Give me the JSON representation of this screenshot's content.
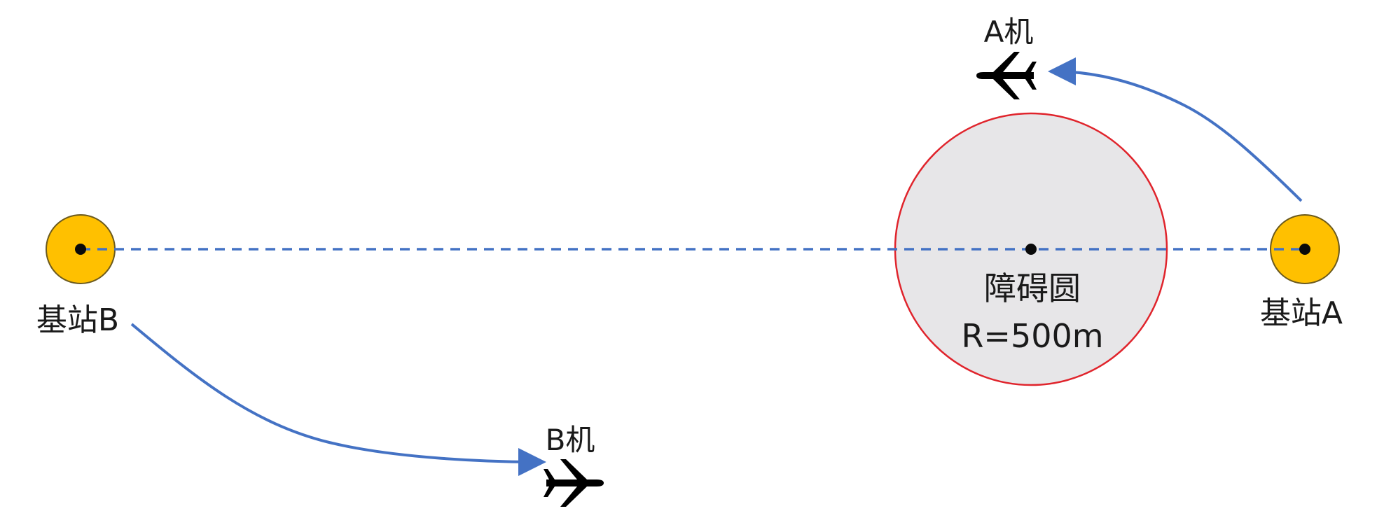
{
  "diagram": {
    "base_station_b": {
      "label": "基站B"
    },
    "base_station_a": {
      "label": "基站A"
    },
    "obstacle": {
      "name": "障碍圆",
      "radius_text": "R=500m"
    },
    "aircraft_a": {
      "label": "A机"
    },
    "aircraft_b": {
      "label": "B机"
    }
  },
  "colors": {
    "station_fill": "#FFC000",
    "station_stroke": "#6b5a1e",
    "center_dot": "#0a0a0a",
    "baseline": "#4472C4",
    "path": "#4472C4",
    "obstacle_fill": "#E7E6E8",
    "obstacle_stroke": "#E0242C",
    "aircraft": "#000000"
  },
  "icons": {
    "aircraft_a": "airplane-icon",
    "aircraft_b": "airplane-icon"
  }
}
